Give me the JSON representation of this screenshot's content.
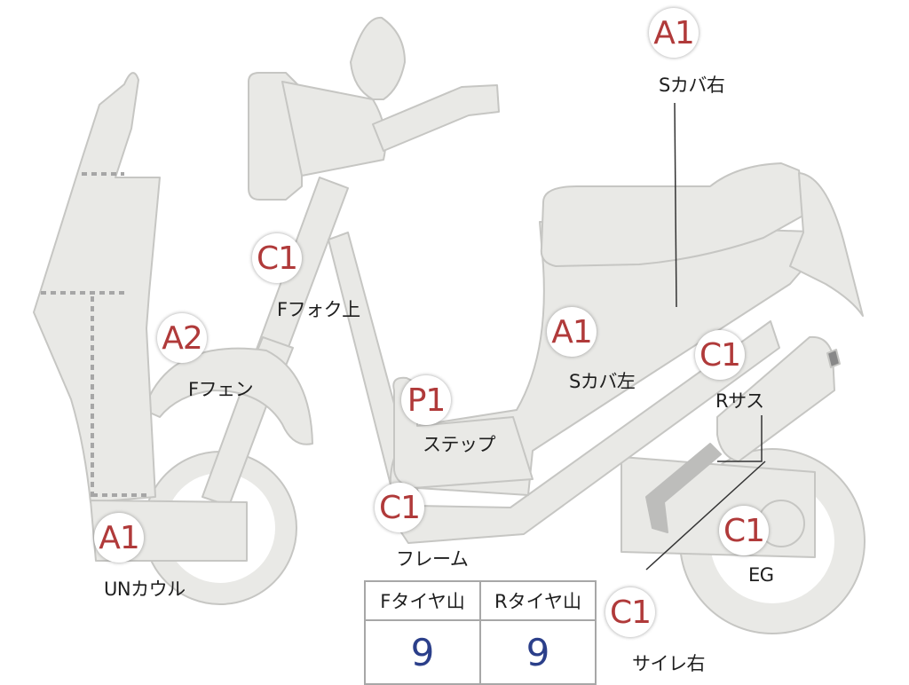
{
  "colors": {
    "part_fill": "#e9e9e6",
    "part_stroke": "#c6c6c3",
    "badge_text": "#b03a3a",
    "value_text": "#2b3f8a",
    "leader_line": "#333333"
  },
  "badges": [
    {
      "grade": "A1",
      "label": "Sカバ右"
    },
    {
      "grade": "C1",
      "label": "Fフォク上"
    },
    {
      "grade": "A2",
      "label": "Fフェン"
    },
    {
      "grade": "A1",
      "label": "Sカバ左"
    },
    {
      "grade": "C1",
      "label": "Rサス"
    },
    {
      "grade": "P1",
      "label": "ステップ"
    },
    {
      "grade": "C1",
      "label": "フレーム"
    },
    {
      "grade": "C1",
      "label": "EG"
    },
    {
      "grade": "A1",
      "label": "UNカウル"
    },
    {
      "grade": "C1",
      "label": "サイレ右"
    }
  ],
  "tire_table": {
    "headers": [
      "Fタイヤ山",
      "Rタイヤ山"
    ],
    "values": [
      "9",
      "9"
    ]
  }
}
